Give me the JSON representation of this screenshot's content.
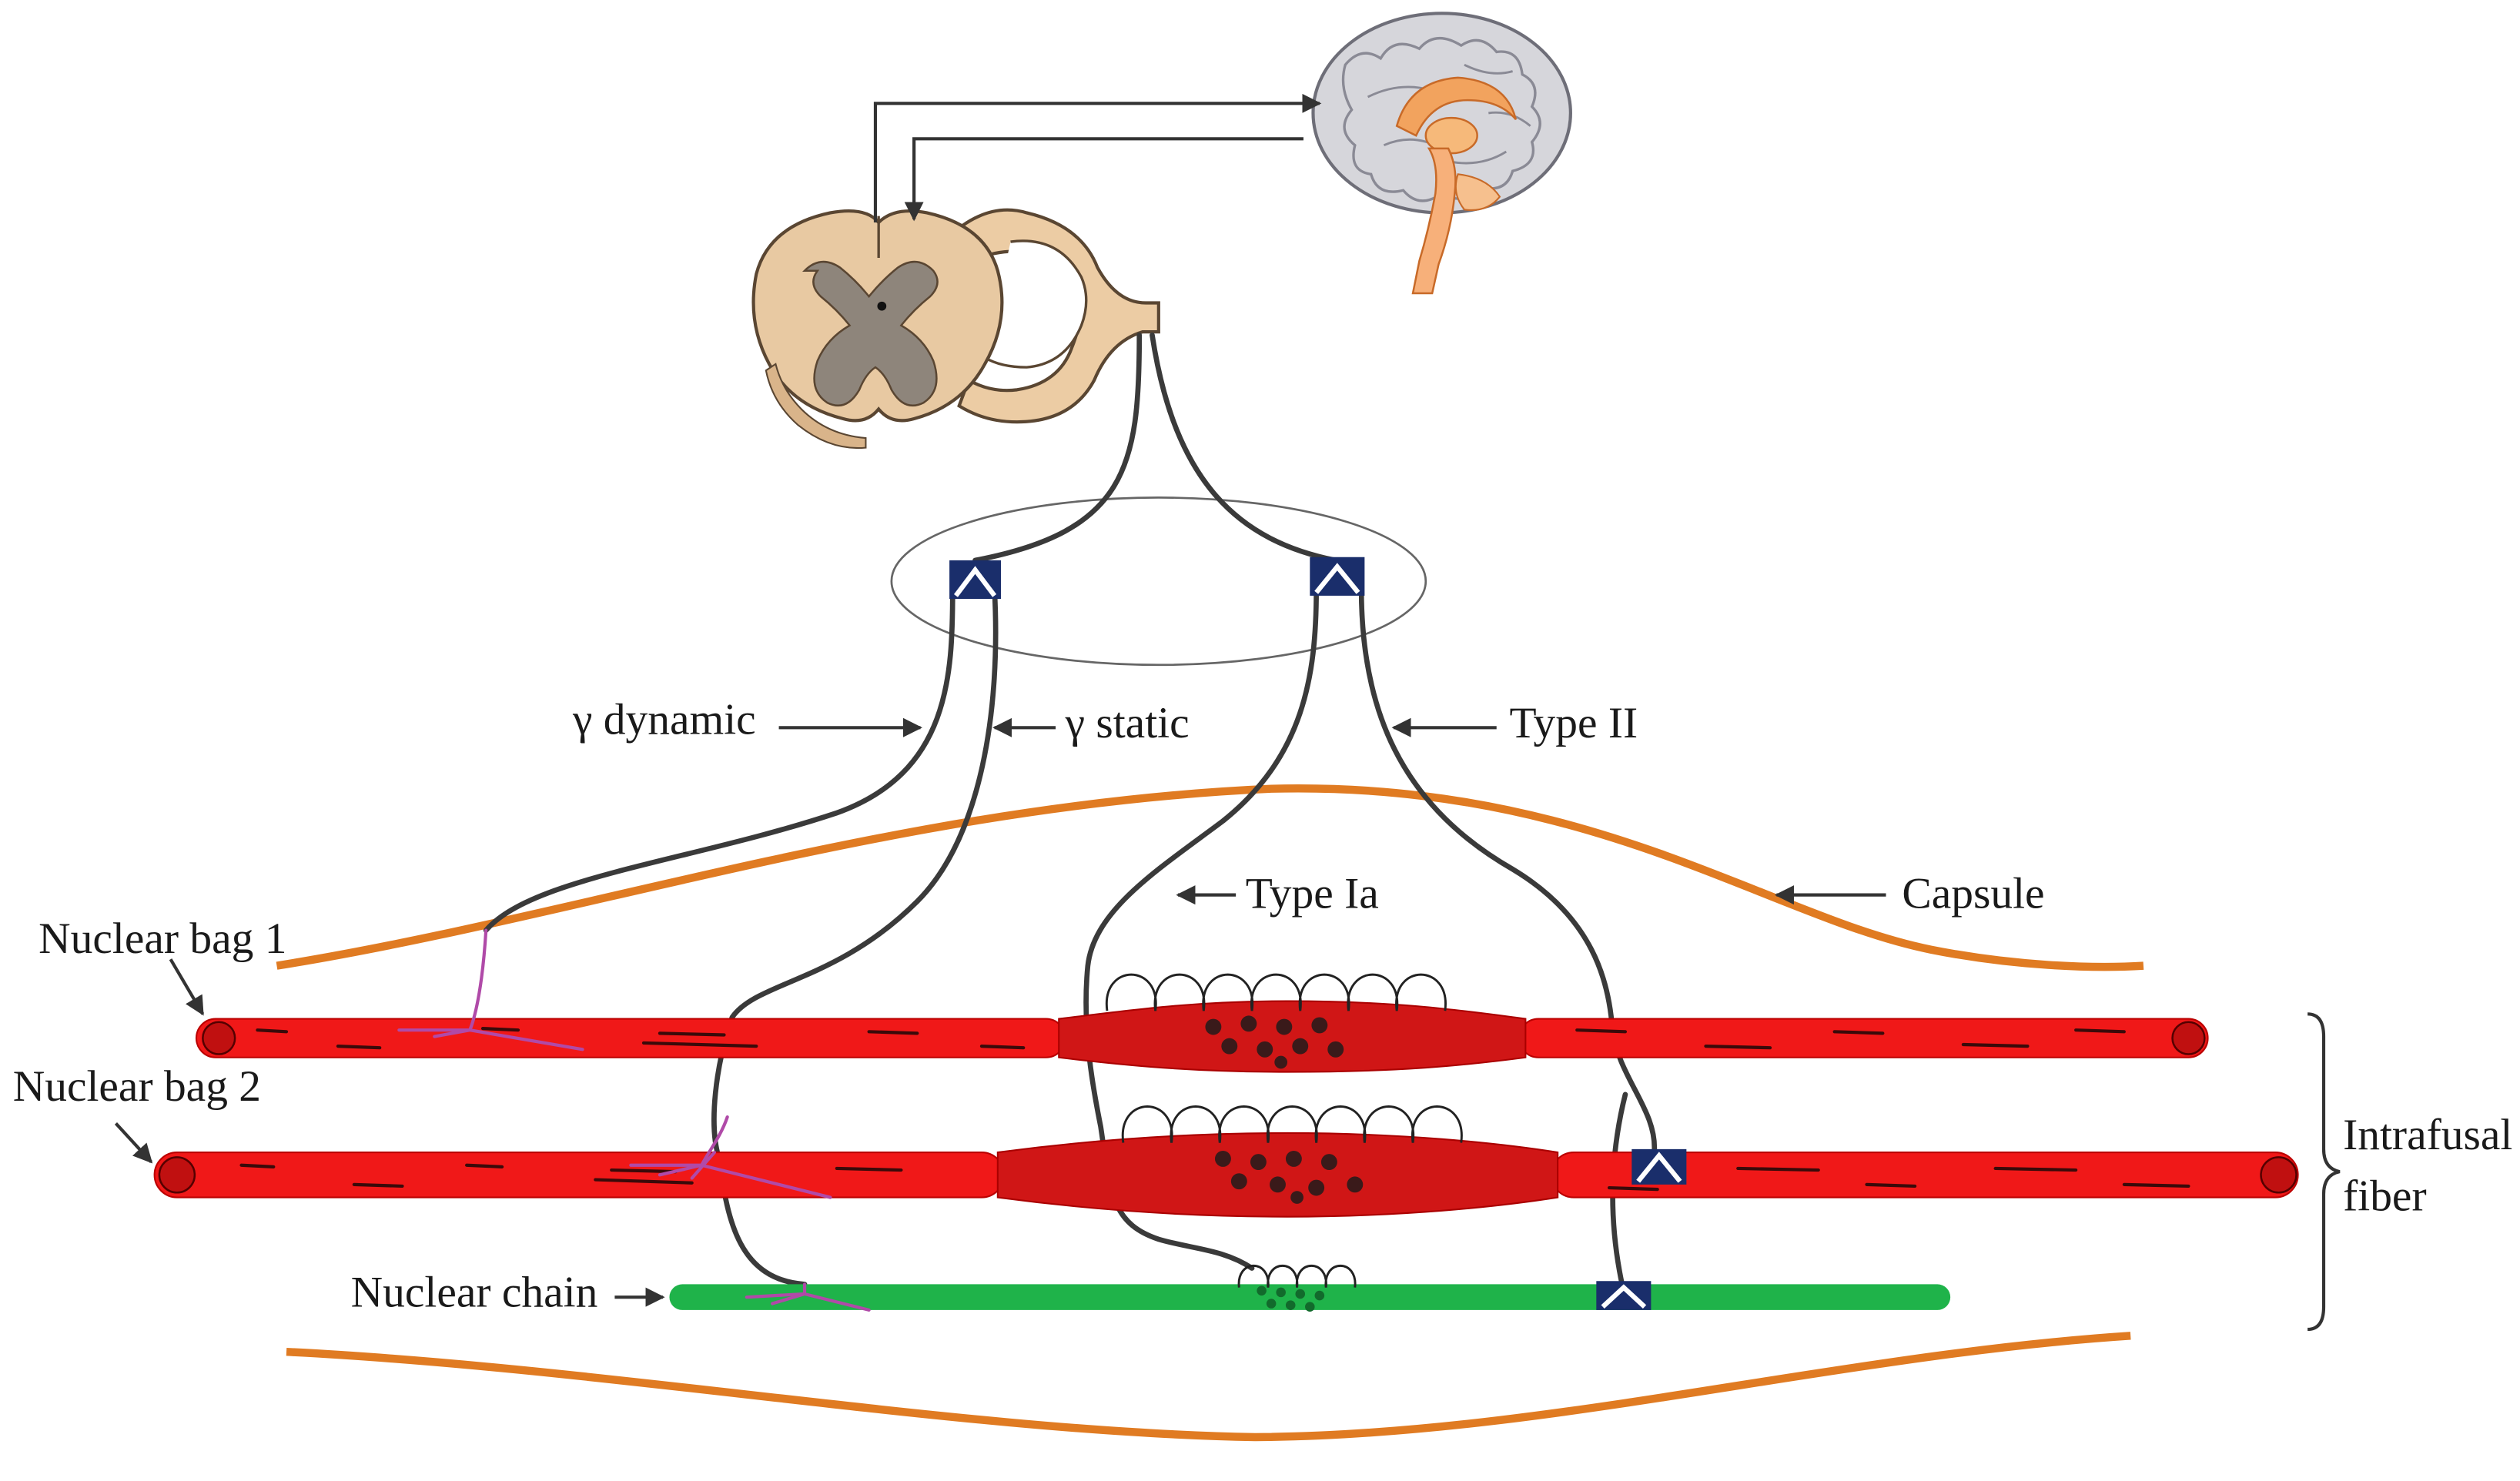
{
  "labels": {
    "gamma_dynamic": "γ dynamic",
    "gamma_static": "γ static",
    "type_ii": "Type II",
    "type_ia": "Type Ia",
    "capsule": "Capsule",
    "nuclear_bag_1": "Nuclear bag 1",
    "nuclear_bag_2": "Nuclear bag 2",
    "nuclear_chain": "Nuclear chain",
    "intrafusal_line1": "Intrafusal",
    "intrafusal_line2": "fiber"
  },
  "colors": {
    "capsule": "#e07b22",
    "bag_fiber": "#f01818",
    "bag_center": "#d01616",
    "chain_fiber": "#1fb34a",
    "nerve": "#3a3a3a",
    "endplate": "#1a2e6b",
    "spinal_cord": "#e8c9a2",
    "grey_matter": "#8e857b",
    "brain": "#d4d4d8",
    "brainstem": "#f4a76a"
  },
  "icons": {
    "brain": "brain-icon",
    "spinal_cord": "spinal-cord-cross-section-icon",
    "motor_endplate": "motor-endplate-icon"
  }
}
